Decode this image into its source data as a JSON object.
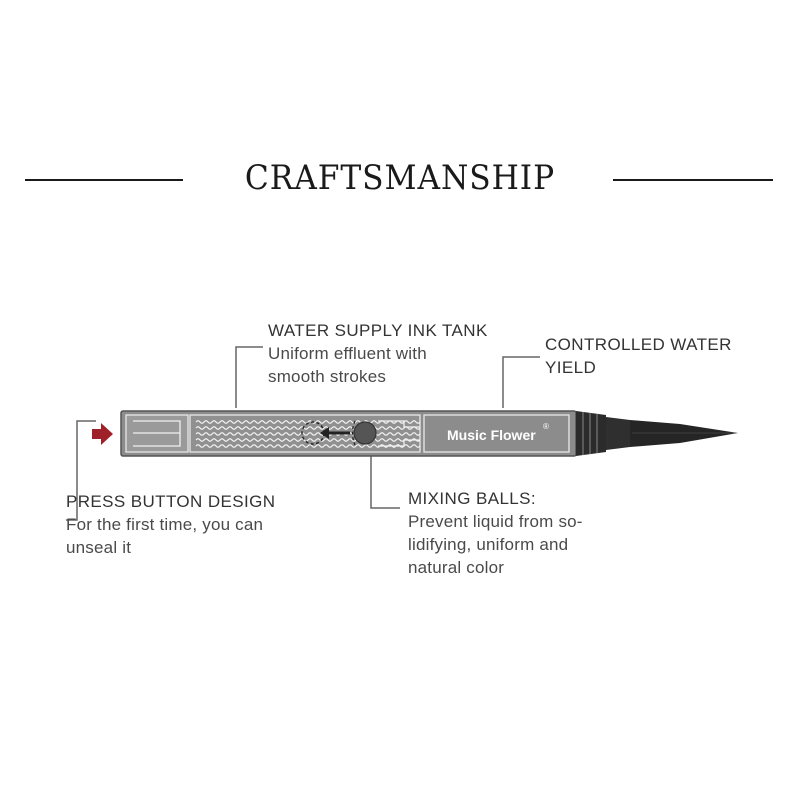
{
  "title": "CRAFTSMANSHIP",
  "brand_text": "Music Flower",
  "brand_mark": "®",
  "colors": {
    "pen_body": "#8c8c8c",
    "pen_dark": "#2b2b2b",
    "pen_outline": "#555555",
    "arrow": "#a0202a",
    "line": "#666666"
  },
  "callouts": {
    "ink_tank": {
      "heading": "WATER SUPPLY INK TANK",
      "lines": [
        "Uniform effluent with",
        "smooth strokes"
      ]
    },
    "water_yield": {
      "heading": "CONTROLLED WATER",
      "lines": [
        "YIELD"
      ]
    },
    "press_button": {
      "heading": "PRESS BUTTON DESIGN",
      "lines": [
        "For the first time, you can",
        "unseal it"
      ]
    },
    "mixing_balls": {
      "heading": "MIXING BALLS:",
      "lines": [
        "Prevent liquid from so-",
        "lidifying, uniform and",
        "natural color"
      ]
    }
  }
}
